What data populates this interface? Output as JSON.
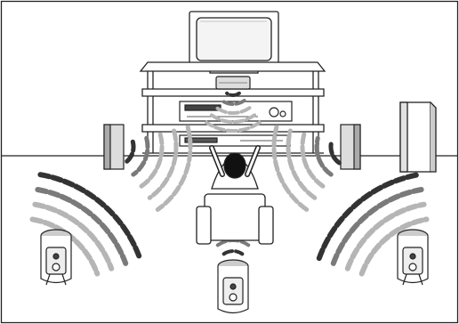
{
  "diagram": {
    "kind": "home-theater-speaker-placement",
    "components": [
      {
        "id": "tv",
        "icon": "tv-icon"
      },
      {
        "id": "tv-stand",
        "icon": "tv-stand-icon"
      },
      {
        "id": "av-receiver",
        "icon": "av-receiver-icon"
      },
      {
        "id": "dvd-player",
        "icon": "dvd-player-icon"
      },
      {
        "id": "center-speaker",
        "icon": "center-speaker-icon"
      },
      {
        "id": "front-left-speaker",
        "icon": "bookshelf-speaker-icon"
      },
      {
        "id": "front-right-speaker",
        "icon": "bookshelf-speaker-icon"
      },
      {
        "id": "subwoofer",
        "icon": "subwoofer-icon"
      },
      {
        "id": "surround-left-speaker",
        "icon": "satellite-speaker-icon"
      },
      {
        "id": "surround-back-speaker",
        "icon": "satellite-speaker-icon"
      },
      {
        "id": "surround-right-speaker",
        "icon": "satellite-speaker-icon"
      },
      {
        "id": "listener",
        "icon": "listener-icon"
      },
      {
        "id": "chair",
        "icon": "armchair-icon"
      }
    ],
    "colors": {
      "line": "#222222",
      "wave_dark": "#333333",
      "wave_mid": "#7a7a7a",
      "wave_light": "#b5b5b5",
      "background": "#ffffff"
    }
  }
}
